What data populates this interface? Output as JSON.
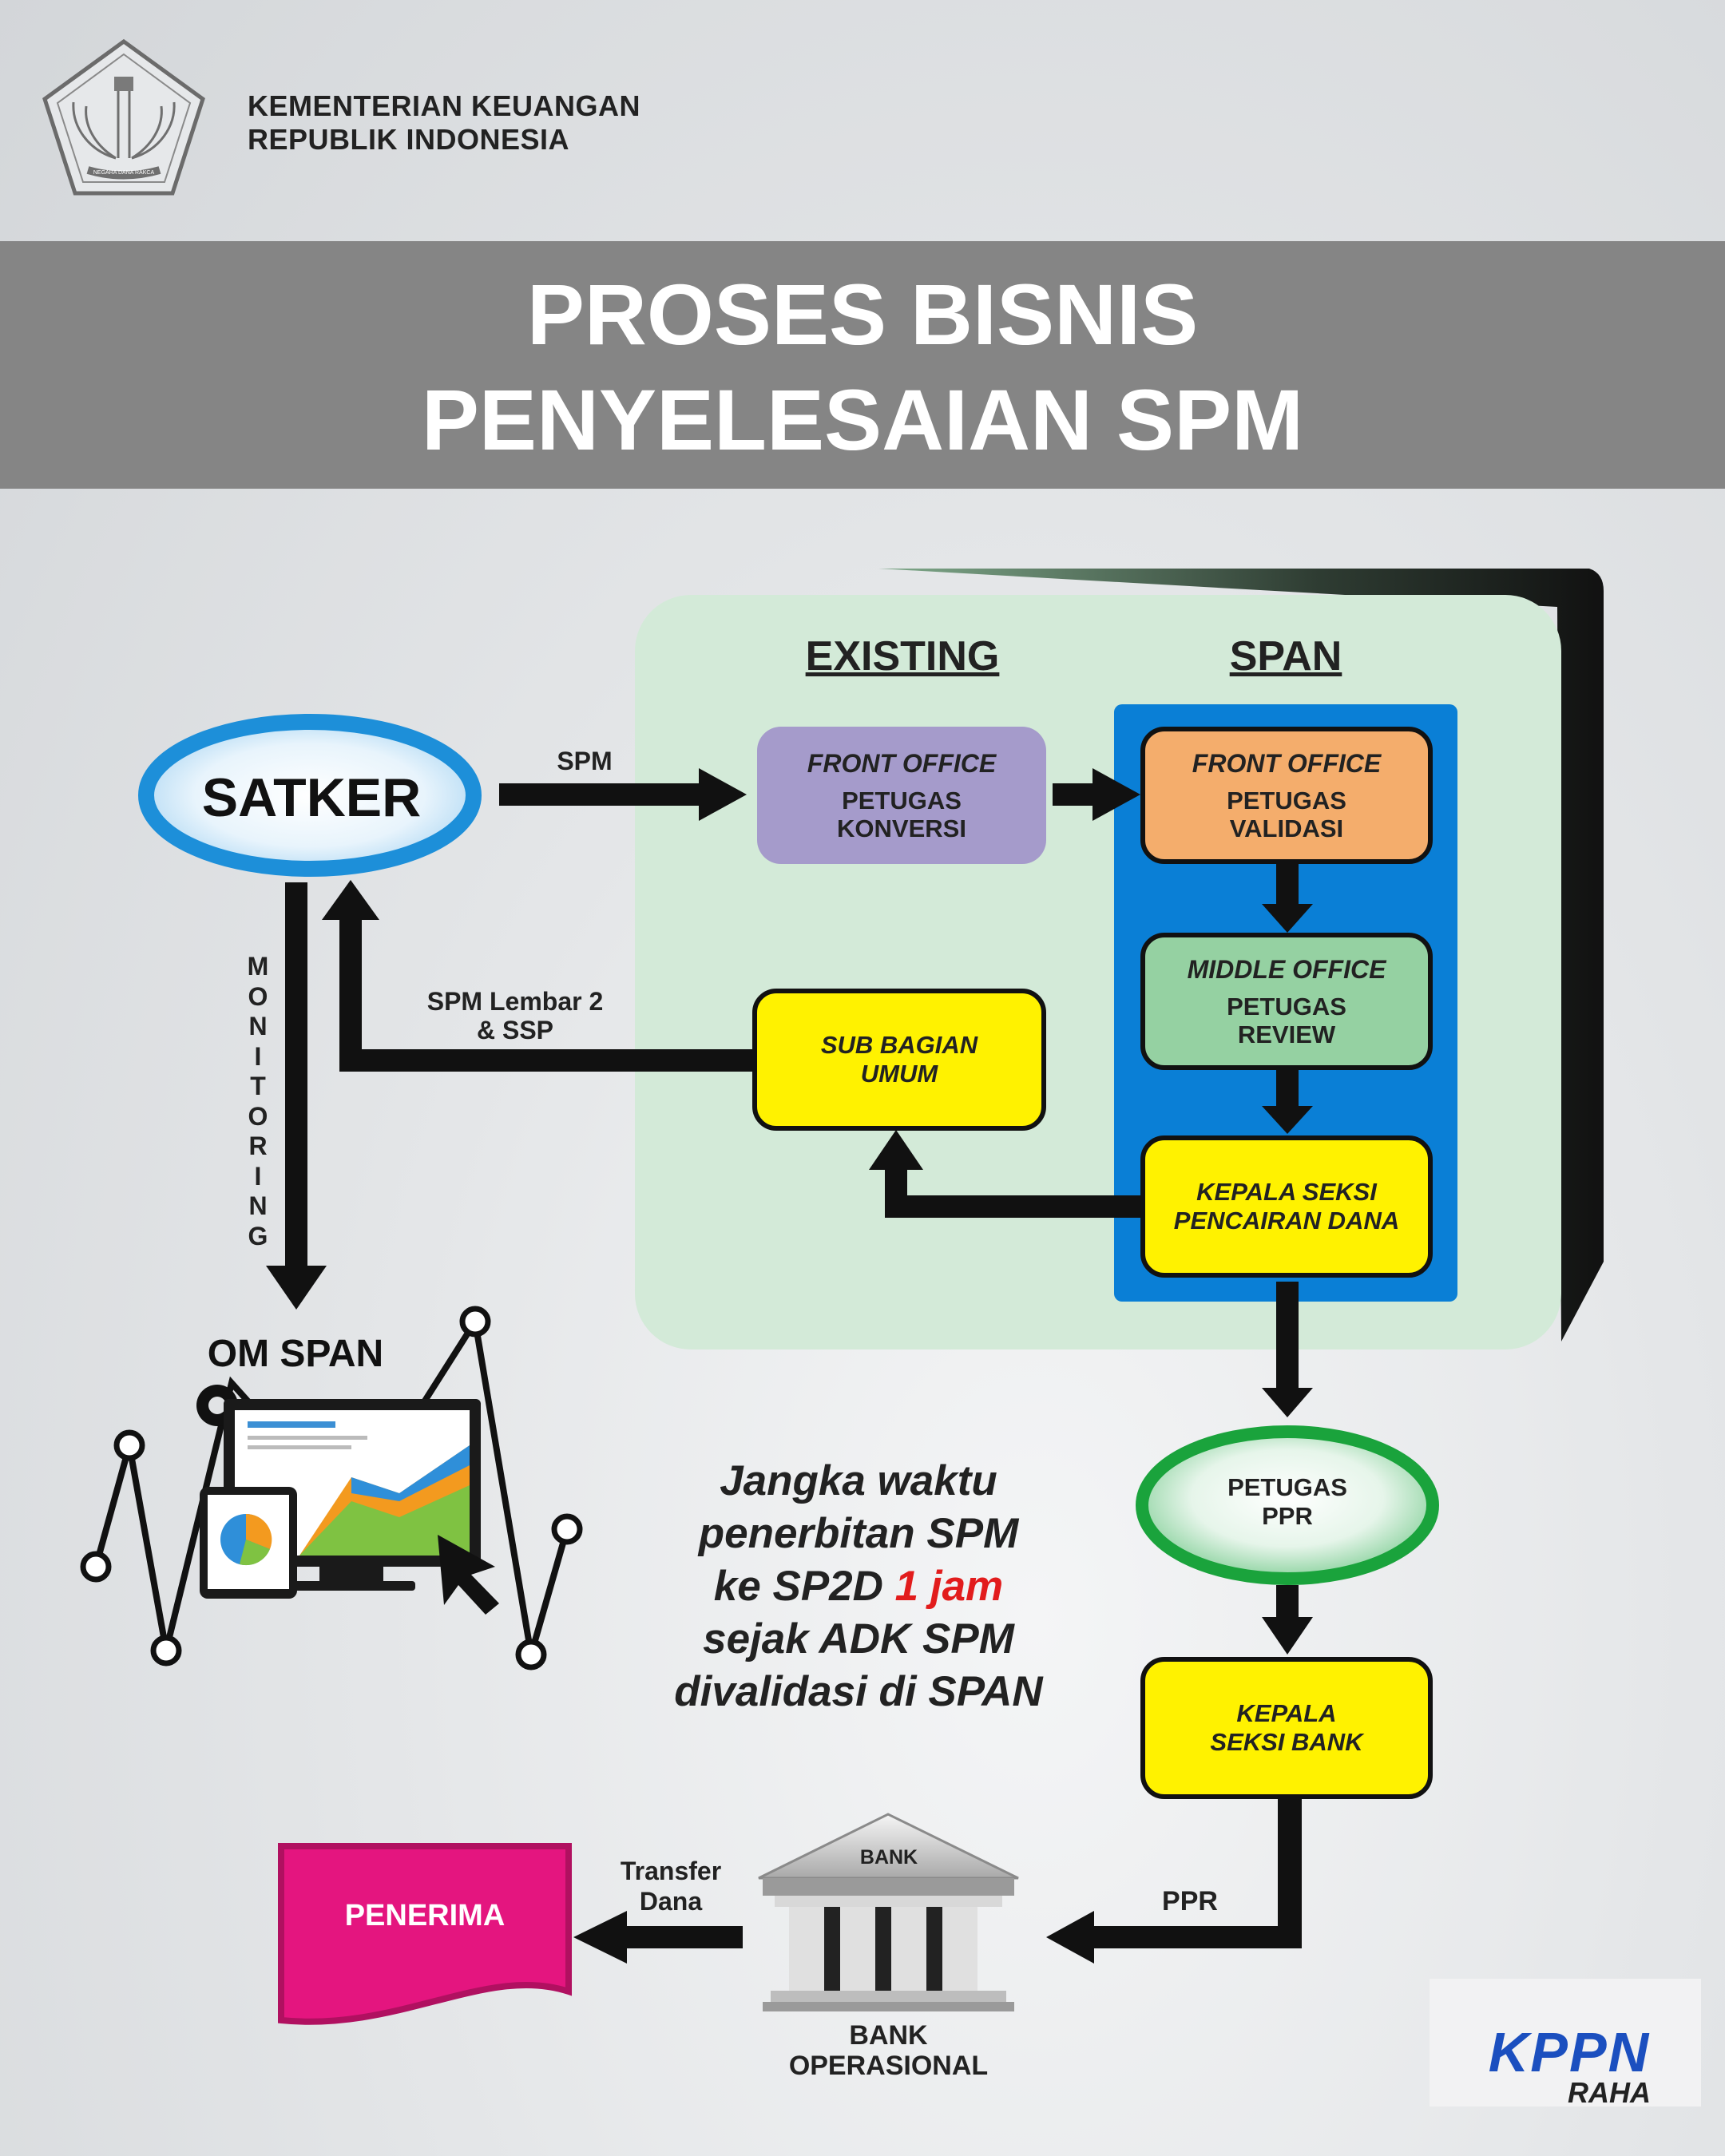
{
  "header": {
    "org_line1": "KEMENTERIAN KEUANGAN",
    "org_line2": "REPUBLIK INDONESIA",
    "logo_motto": "NEGARA DANA RAKCA"
  },
  "title": {
    "line1": "PROSES BISNIS",
    "line2": "PENYELESAIAN SPM"
  },
  "columns": {
    "existing": "EXISTING",
    "span": "SPAN"
  },
  "nodes": {
    "satker": "SATKER",
    "fo_konversi": {
      "line1": "FRONT OFFICE",
      "line2": "PETUGAS",
      "line3": "KONVERSI"
    },
    "fo_validasi": {
      "line1": "FRONT OFFICE",
      "line2": "PETUGAS",
      "line3": "VALIDASI"
    },
    "mo_review": {
      "line1": "MIDDLE OFFICE",
      "line2": "PETUGAS",
      "line3": "REVIEW"
    },
    "sub_bagian": {
      "line1": "SUB BAGIAN",
      "line2": "UMUM"
    },
    "kepala_pencairan": {
      "line1": "KEPALA SEKSI",
      "line2": "PENCAIRAN DANA"
    },
    "petugas_ppr": {
      "line1": "PETUGAS",
      "line2": "PPR"
    },
    "kepala_bank": {
      "line1": "KEPALA",
      "line2": "SEKSI BANK"
    },
    "om_span": "OM SPAN",
    "bank_sign": "BANK",
    "bank_op": {
      "line1": "BANK",
      "line2": "OPERASIONAL"
    },
    "penerima": "PENERIMA"
  },
  "edges": {
    "spm": "SPM",
    "spm_lembar": {
      "line1": "SPM Lembar 2",
      "line2": "& SSP"
    },
    "monitoring": "MONITORING",
    "ppr": "PPR",
    "transfer": {
      "line1": "Transfer",
      "line2": "Dana"
    }
  },
  "note": {
    "line1": "Jangka waktu",
    "line2": "penerbitan SPM",
    "line3_pre": "ke SP2D ",
    "line3_hl": "1 jam",
    "line4": "sejak ADK SPM",
    "line5": "divalidasi di SPAN"
  },
  "brand": {
    "name": "KPPN",
    "sub": "RAHA"
  },
  "colors": {
    "title_band": "#858585",
    "existing_panel": "#d3ead8",
    "span_panel": "#0a7fd6",
    "fo_konversi": "#a59bcb",
    "fo_validasi": "#f4ad6c",
    "mo_review": "#95d1a2",
    "yellow_box": "#fff200",
    "ppr_ring": "#1aa33c",
    "satker_ring": "#1d8fd9",
    "penerima": "#e4157f",
    "note_highlight": "#e21c1c"
  }
}
